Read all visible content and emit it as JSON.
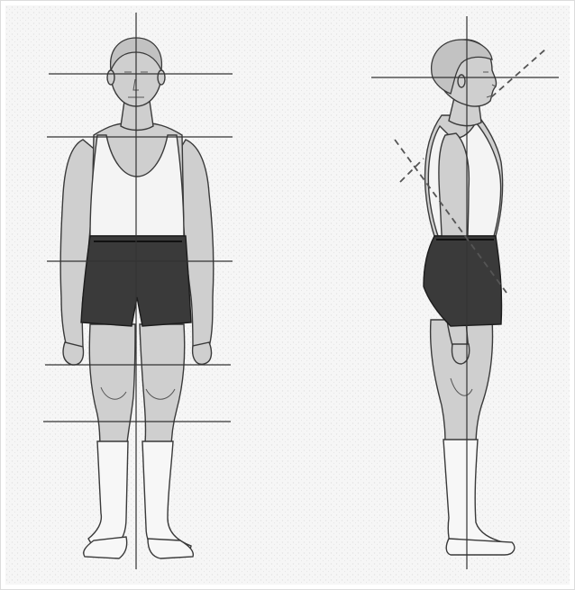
{
  "figure": {
    "views": [
      {
        "id": "anterior",
        "description_key": "front"
      },
      {
        "id": "lateral",
        "description_key": "side"
      }
    ],
    "colors": {
      "skin": "#cfcfcf",
      "tank_top": "#f4f4f4",
      "shorts": "#3a3a3a",
      "socks": "#f7f7f7",
      "reference_lines": "#333333",
      "background_border": "#dcdcdc"
    }
  }
}
